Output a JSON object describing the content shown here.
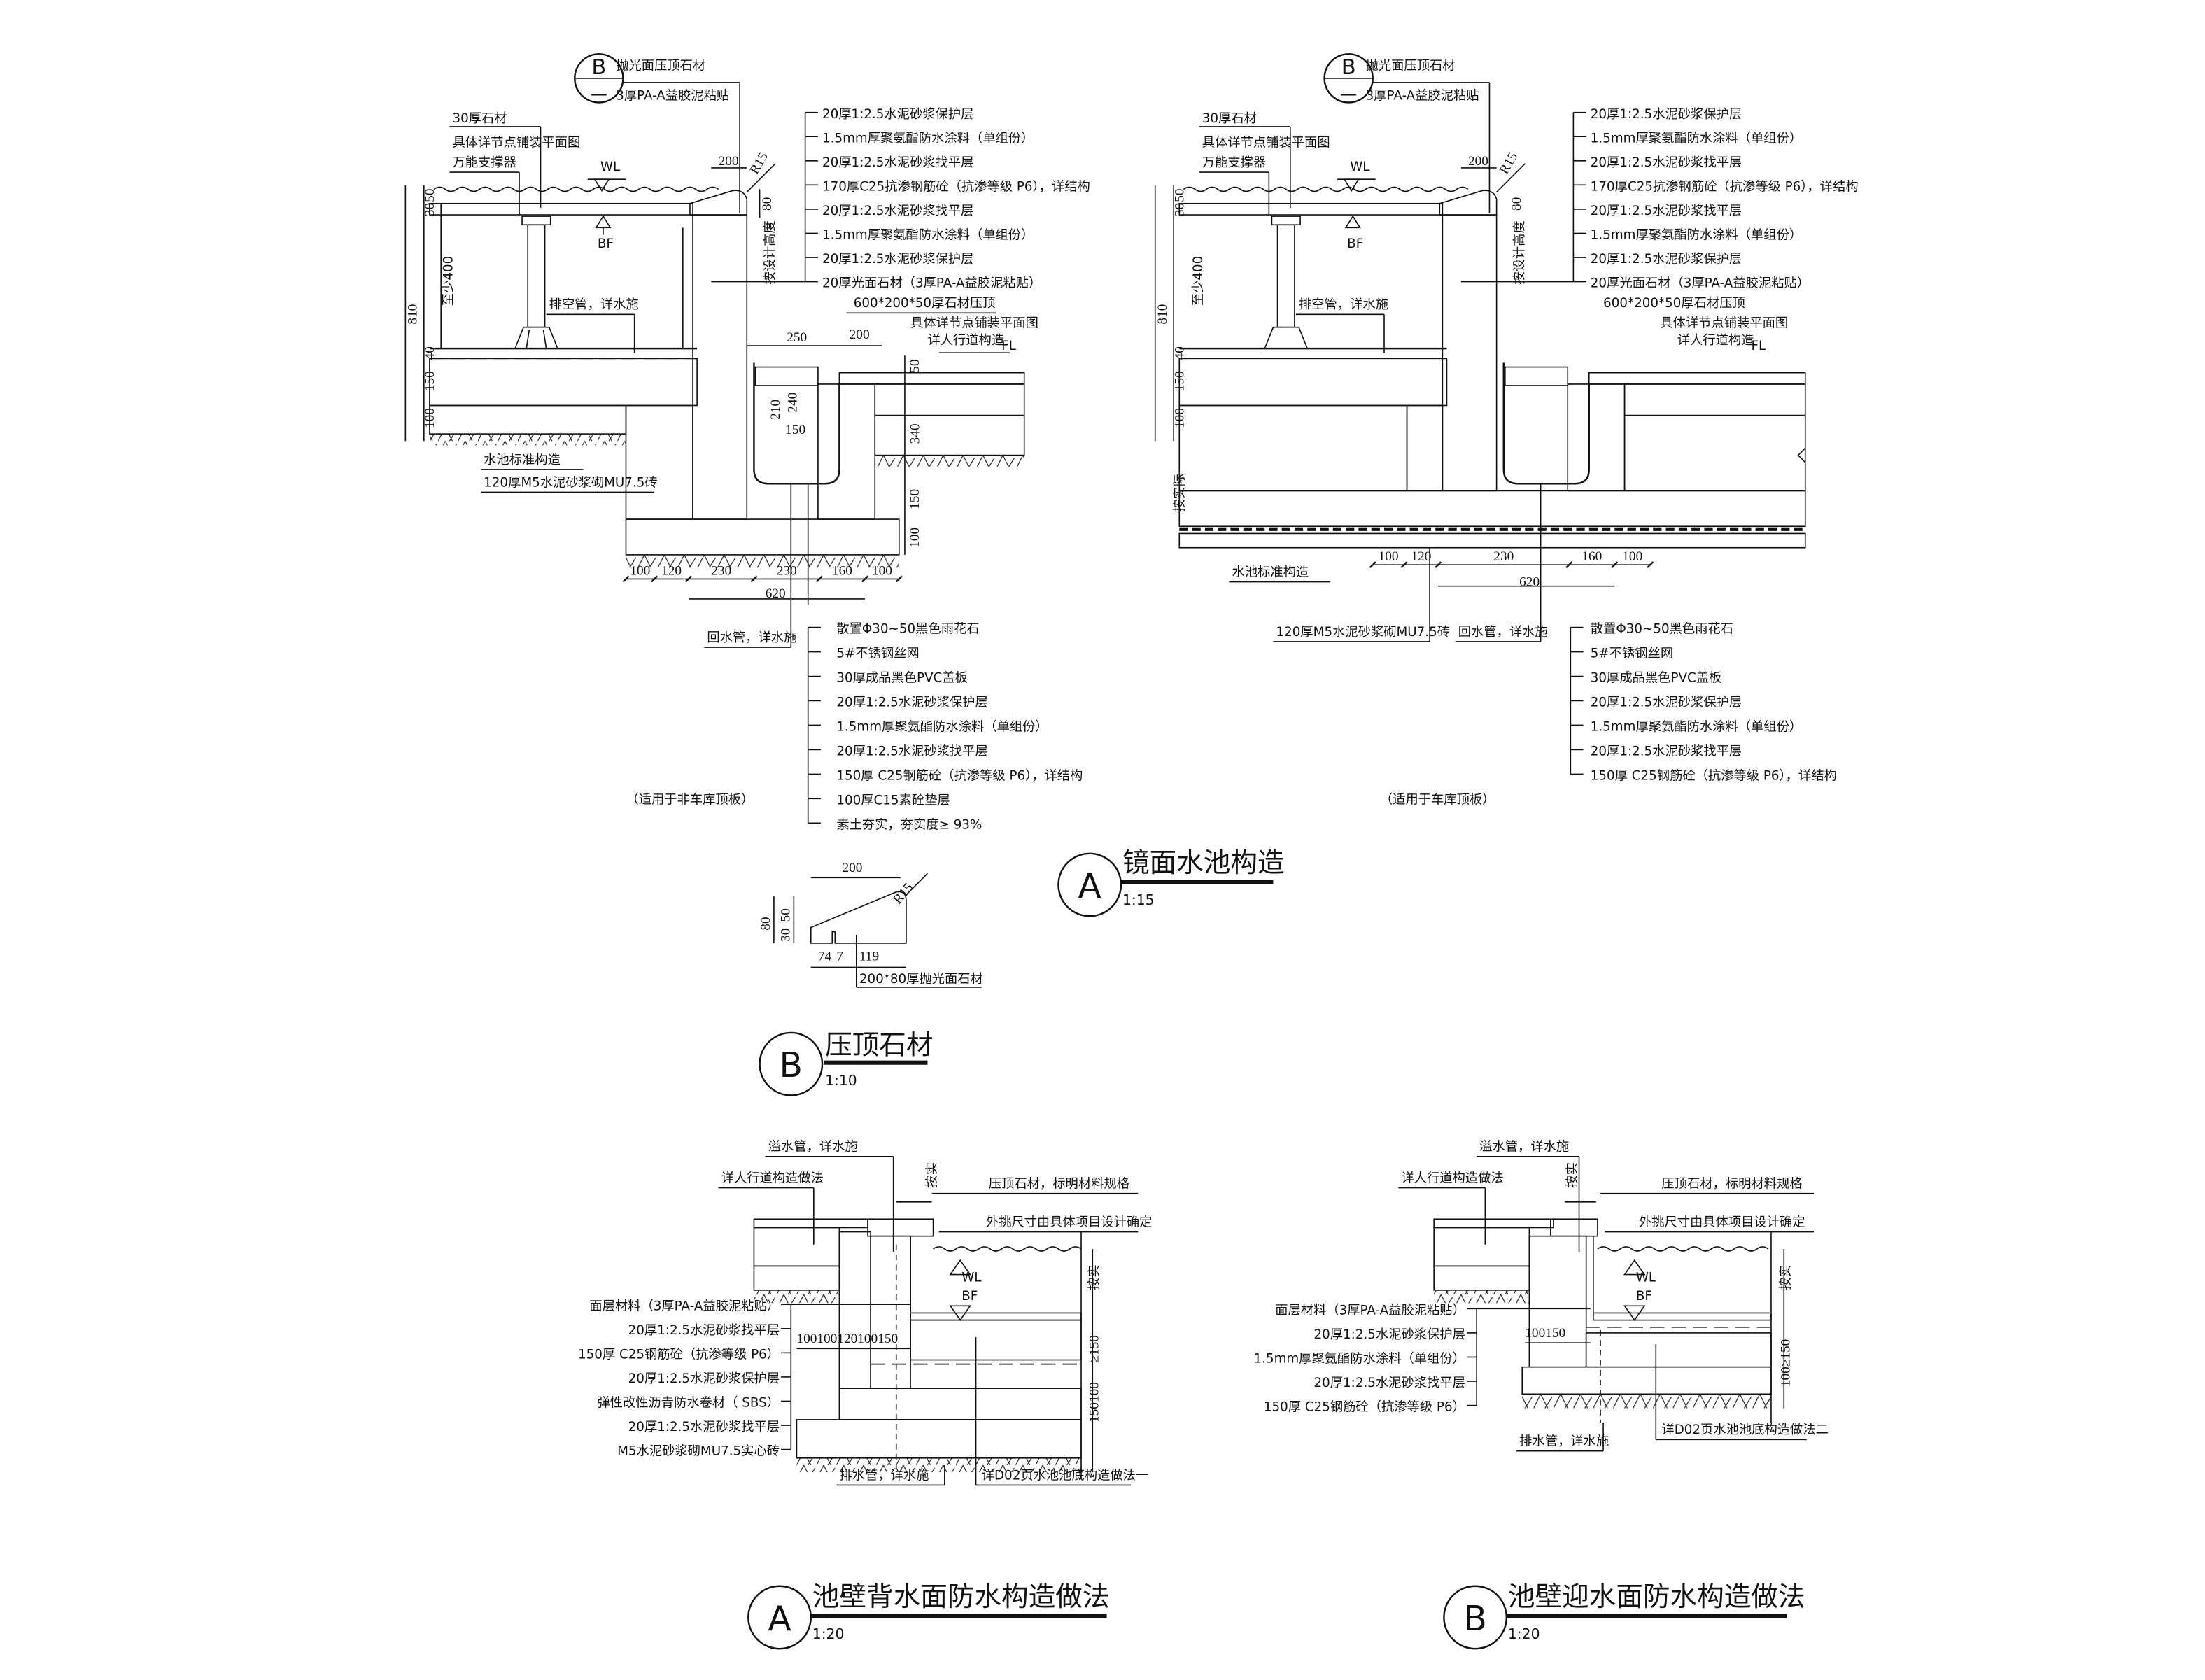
{
  "detail_left": {
    "callout_letter": "B",
    "callout_sub": "—",
    "callout_labels": [
      "抛光面压顶石材",
      "3厚PA-A益胶泥粘贴"
    ],
    "stone_labels": [
      "30厚石材",
      "具体详节点铺装平面图",
      "万能支撑器"
    ],
    "wl": "WL",
    "bf": "BF",
    "fl": "FL",
    "dim_top": "200",
    "radius": "R15",
    "dim_cap": "80",
    "design_height": "按设计高度",
    "left_dims": {
      "d50": "50",
      "d30": "30",
      "d810": "810",
      "min400": "至少400",
      "d40": "40",
      "d150": "150",
      "d100": "100"
    },
    "right_dims": {
      "d250": "250",
      "d200": "200",
      "d50": "50",
      "d340": "340",
      "d150": "150",
      "d100": "100",
      "d210": "210",
      "d150b": "150",
      "d240": "240"
    },
    "bottom_dims": [
      "100",
      "120",
      "230",
      "230",
      "160",
      "100"
    ],
    "total_dim": "620",
    "layers": [
      "20厚1:2.5水泥砂浆保护层",
      "1.5mm厚聚氨酯防水涂料（单组份）",
      "20厚1:2.5水泥砂浆找平层",
      "170厚C25抗渗钢筋砼（抗渗等级 P6），详结构",
      "20厚1:2.5水泥砂浆找平层",
      "1.5mm厚聚氨酯防水涂料（单组份）",
      "20厚1:2.5水泥砂浆保护层",
      "20厚光面石材（3厚PA-A益胶泥粘贴）"
    ],
    "coping": "600*200*50厚石材压顶",
    "paving_note": [
      "具体详节点铺装平面图",
      "详人行道构造"
    ],
    "drain_pipe": "排空管，详水施",
    "pool_std": "水池标准构造",
    "brick": "120厚M5水泥砂浆砌MU7.5砖",
    "return_pipe": "回水管，详水施",
    "bottom_layers": [
      "散置Φ30~50黑色雨花石",
      "5#不锈钢丝网",
      "30厚成品黑色PVC盖板",
      "20厚1:2.5水泥砂浆保护层",
      "1.5mm厚聚氨酯防水涂料（单组份）",
      "20厚1:2.5水泥砂浆找平层",
      "150厚 C25钢筋砼（抗渗等级 P6），详结构",
      "100厚C15素砼垫层",
      "素土夯实，夯实度≥ 93%"
    ],
    "note": "（适用于非车库顶板）"
  },
  "detail_right": {
    "callout_letter": "B",
    "callout_sub": "—",
    "callout_labels": [
      "抛光面压顶石材",
      "3厚PA-A益胶泥粘贴"
    ],
    "stone_labels": [
      "30厚石材",
      "具体详节点铺装平面图",
      "万能支撑器"
    ],
    "wl": "WL",
    "bf": "BF",
    "fl": "FL",
    "dim_top": "200",
    "radius": "R15",
    "dim_cap": "80",
    "design_height": "按设计高度",
    "left_dims": {
      "d50": "50",
      "d30": "30",
      "d810": "810",
      "min400": "至少400",
      "d40": "40",
      "d150": "150",
      "d100": "100"
    },
    "actual": "按实际",
    "bottom_dims": [
      "100",
      "120",
      "230",
      "160",
      "100"
    ],
    "total_dim": "620",
    "layers": [
      "20厚1:2.5水泥砂浆保护层",
      "1.5mm厚聚氨酯防水涂料（单组份）",
      "20厚1:2.5水泥砂浆找平层",
      "170厚C25抗渗钢筋砼（抗渗等级 P6），详结构",
      "20厚1:2.5水泥砂浆找平层",
      "1.5mm厚聚氨酯防水涂料（单组份）",
      "20厚1:2.5水泥砂浆保护层",
      "20厚光面石材（3厚PA-A益胶泥粘贴）"
    ],
    "coping": "600*200*50厚石材压顶",
    "paving_note": [
      "具体详节点铺装平面图",
      "详人行道构造"
    ],
    "drain_pipe": "排空管，详水施",
    "pool_std": "水池标准构造",
    "brick": "120厚M5水泥砂浆砌MU7.5砖",
    "return_pipe": "回水管，详水施",
    "bottom_layers": [
      "散置Φ30~50黑色雨花石",
      "5#不锈钢丝网",
      "30厚成品黑色PVC盖板",
      "20厚1:2.5水泥砂浆保护层",
      "1.5mm厚聚氨酯防水涂料（单组份）",
      "20厚1:2.5水泥砂浆找平层",
      "150厚 C25钢筋砼（抗渗等级 P6），详结构"
    ],
    "note": "（适用于车库顶板）"
  },
  "title_a": {
    "letter": "A",
    "name": "镜面水池构造",
    "scale": "1:15"
  },
  "coping_detail": {
    "w200": "200",
    "radius": "R15",
    "h80": "80",
    "h30": "30",
    "h50": "50",
    "d74": "74",
    "d7": "7",
    "d119": "119",
    "label": "200*80厚抛光面石材"
  },
  "title_b": {
    "letter": "B",
    "name": "压顶石材",
    "scale": "1:10"
  },
  "wall_back": {
    "overflow": "溢水管，详水施",
    "sidewalk": "详人行道构造做法",
    "as_built": "按实",
    "coping": "压顶石材，标明材料规格",
    "overhang": "外挑尺寸由具体项目设计确定",
    "wl": "WL",
    "bf": "BF",
    "depth": "按实",
    "layers": [
      "面层材料（3厚PA-A益胶泥粘贴）",
      "20厚1:2.5水泥砂浆找平层",
      "150厚 C25钢筋砼（抗渗等级 P6）",
      "20厚1:2.5水泥砂浆保护层",
      "弹性改性沥青防水卷材（ SBS）",
      "20厚1:2.5水泥砂浆找平层",
      "M5水泥砂浆砌MU7.5实心砖"
    ],
    "wall_dims": "100100120100150",
    "slab_dim": "≥150",
    "base_dims": "150100",
    "drain": "排水管，详水施",
    "floor_ref": "详D02页水池池底构造做法一"
  },
  "title_wall_back": {
    "letter": "A",
    "name": "池壁背水面防水构造做法",
    "scale": "1:20"
  },
  "wall_front": {
    "overflow": "溢水管，详水施",
    "sidewalk": "详人行道构造做法",
    "as_built": "按实",
    "coping": "压顶石材，标明材料规格",
    "overhang": "外挑尺寸由具体项目设计确定",
    "wl": "WL",
    "bf": "BF",
    "depth": "按实",
    "layers": [
      "面层材料（3厚PA-A益胶泥粘贴）",
      "20厚1:2.5水泥砂浆保护层",
      "1.5mm厚聚氨酯防水涂料（单组份）",
      "20厚1:2.5水泥砂浆找平层",
      "150厚 C25钢筋砼（抗渗等级 P6）"
    ],
    "wall_dims": "100150",
    "slab_dims": "100≥150",
    "drain": "排水管，详水施",
    "floor_ref": "详D02页水池池底构造做法二"
  },
  "title_wall_front": {
    "letter": "B",
    "name": "池壁迎水面防水构造做法",
    "scale": "1:20"
  }
}
